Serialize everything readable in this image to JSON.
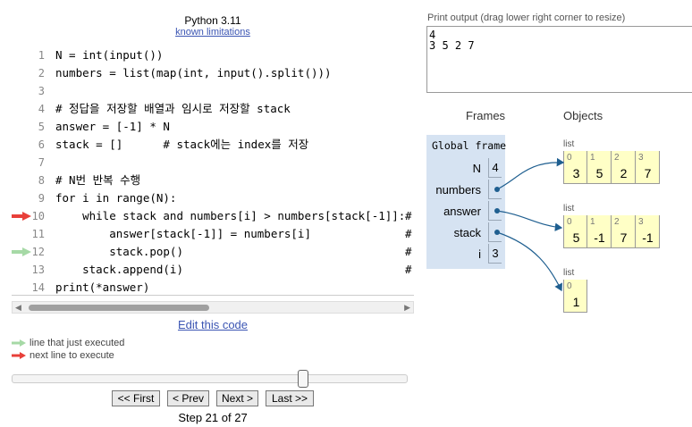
{
  "header": {
    "language": "Python 3.11",
    "limitations_link": "known limitations"
  },
  "code": {
    "lines": [
      {
        "num": "1",
        "text": "N = int(input())",
        "trail": ""
      },
      {
        "num": "2",
        "text": "numbers = list(map(int, input().split()))",
        "trail": ""
      },
      {
        "num": "3",
        "text": "",
        "trail": ""
      },
      {
        "num": "4",
        "text": "# 정답을 저장할 배열과 임시로 저장할 stack",
        "trail": ""
      },
      {
        "num": "5",
        "text": "answer = [-1] * N",
        "trail": ""
      },
      {
        "num": "6",
        "text": "stack = []      # stack에는 index를 저장",
        "trail": ""
      },
      {
        "num": "7",
        "text": "",
        "trail": ""
      },
      {
        "num": "8",
        "text": "# N번 반복 수행",
        "trail": ""
      },
      {
        "num": "9",
        "text": "for i in range(N):",
        "trail": ""
      },
      {
        "num": "10",
        "text": "    while stack and numbers[i] > numbers[stack[-1]]:",
        "trail": "#"
      },
      {
        "num": "11",
        "text": "        answer[stack[-1]] = numbers[i]",
        "trail": "#"
      },
      {
        "num": "12",
        "text": "        stack.pop()",
        "trail": "#"
      },
      {
        "num": "13",
        "text": "    stack.append(i)",
        "trail": "#"
      },
      {
        "num": "14",
        "text": "print(*answer)",
        "trail": ""
      }
    ],
    "next_line": "10",
    "executed_line": "12"
  },
  "edit_link": "Edit this code",
  "legend": {
    "executed": "line that just executed",
    "next": "next line to execute",
    "executed_color": "#a6d9a6",
    "next_color": "#e8403a"
  },
  "navigation": {
    "first": "<< First",
    "prev": "< Prev",
    "next": "Next >",
    "last": "Last >>",
    "step_text": "Step 21 of 27",
    "current_step": 21,
    "total_steps": 27
  },
  "output": {
    "label": "Print output (drag lower right corner to resize)",
    "text": "4\n3 5 2 7"
  },
  "visualizer": {
    "frames_label": "Frames",
    "objects_label": "Objects",
    "global_frame": {
      "title": "Global frame",
      "vars": [
        {
          "name": "N",
          "value": "4"
        },
        {
          "name": "numbers",
          "value": ""
        },
        {
          "name": "answer",
          "value": ""
        },
        {
          "name": "stack",
          "value": ""
        },
        {
          "name": "i",
          "value": "3"
        }
      ]
    },
    "lists": [
      {
        "label": "list",
        "indices": [
          "0",
          "1",
          "2",
          "3"
        ],
        "values": [
          "3",
          "5",
          "2",
          "7"
        ]
      },
      {
        "label": "list",
        "indices": [
          "0",
          "1",
          "2",
          "3"
        ],
        "values": [
          "5",
          "-1",
          "7",
          "-1"
        ]
      },
      {
        "label": "list",
        "indices": [
          "0"
        ],
        "values": [
          "1"
        ]
      }
    ]
  }
}
